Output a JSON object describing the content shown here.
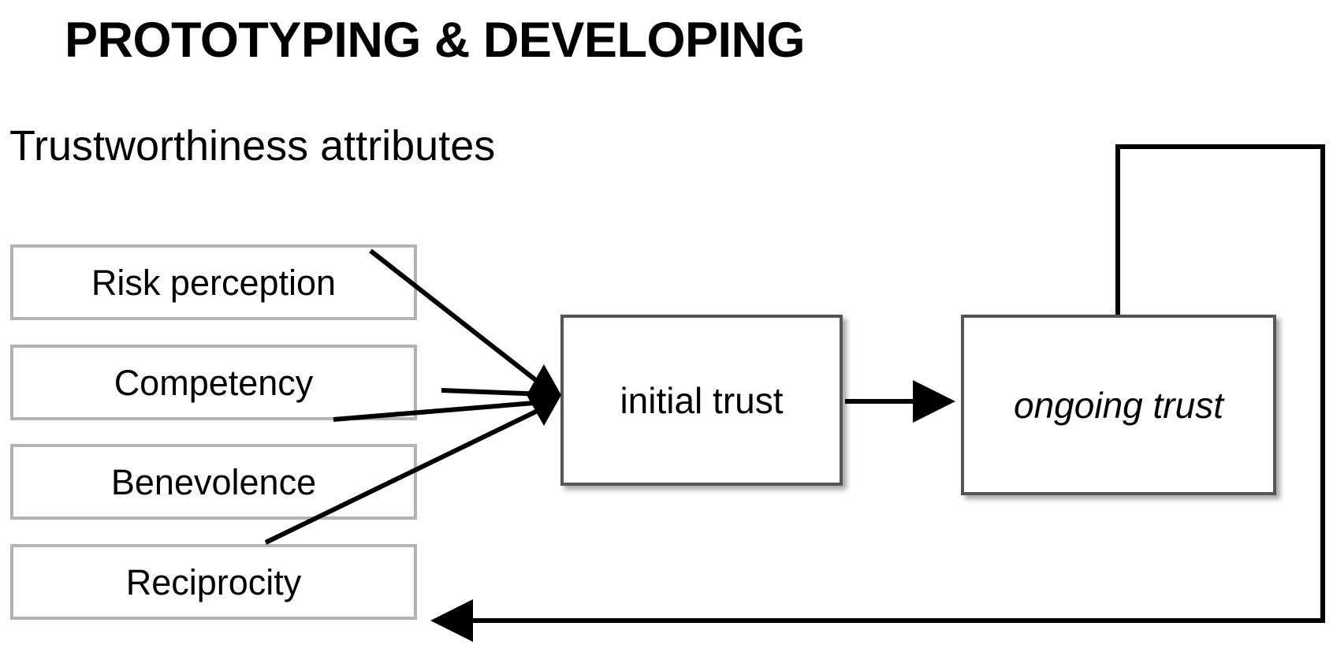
{
  "slide": {
    "title": "PROTOTYPING & DEVELOPING",
    "subtitle": "Trustworthiness attributes"
  },
  "attributes": {
    "group_label": "Trustworthiness attributes",
    "items": [
      {
        "label": "Risk perception"
      },
      {
        "label": "Competency"
      },
      {
        "label": "Benevolence"
      },
      {
        "label": "Reciprocity"
      }
    ]
  },
  "process": {
    "nodes": [
      {
        "id": "initial-trust",
        "label": "initial trust",
        "style": "normal"
      },
      {
        "id": "ongoing-trust",
        "label": "ongoing trust",
        "style": "italic"
      }
    ]
  },
  "connectors": [
    {
      "from": "Risk perception",
      "to": "junction",
      "type": "line"
    },
    {
      "from": "Competency",
      "to": "junction",
      "type": "line"
    },
    {
      "from": "Benevolence",
      "to": "junction",
      "type": "line"
    },
    {
      "from": "Reciprocity",
      "to": "junction",
      "type": "line"
    },
    {
      "from": "junction",
      "to": "initial trust",
      "type": "diamond-marker"
    },
    {
      "from": "initial trust",
      "to": "ongoing trust",
      "type": "arrow"
    },
    {
      "from": "ongoing trust",
      "to": "Reciprocity",
      "type": "feedback-loop-arrow"
    }
  ],
  "colors": {
    "background": "#ffffff",
    "text": "#000000",
    "attribute_box_border": "#b3b3b3",
    "process_box_border": "#555555",
    "connector_line": "#000000"
  }
}
